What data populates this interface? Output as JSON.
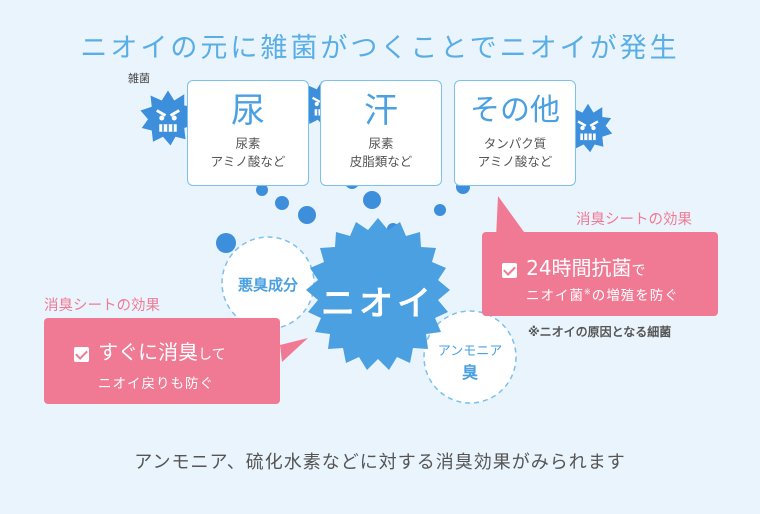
{
  "title": "ニオイの元に雑菌がつくことでニオイが発生",
  "germ_label": "雑菌",
  "sources": [
    {
      "big": "尿",
      "line1": "尿素",
      "line2": "アミノ酸など"
    },
    {
      "big": "汗",
      "line1": "尿素",
      "line2": "皮脂類など"
    },
    {
      "big": "その他",
      "line1": "タンパク質",
      "line2": "アミノ酸など"
    }
  ],
  "center_label": "ニオイ",
  "left_burst": "悪臭成分",
  "right_burst": {
    "line1": "アンモニア",
    "line2": "臭"
  },
  "left_effect": {
    "heading": "消臭シートの効果",
    "main_big": "すぐに消臭",
    "main_small": "して",
    "sub": "ニオイ戻りも防ぐ"
  },
  "right_effect": {
    "heading": "消臭シートの効果",
    "main_big": "24時間抗菌",
    "main_small": "で",
    "sub_pre": "ニオイ菌",
    "sub_mark": "※",
    "sub_post": "の増殖を防ぐ"
  },
  "note": "※ニオイの原因となる細菌",
  "footer": "アンモニア、硫化水素などに対する消臭効果がみられます",
  "colors": {
    "blue": "#4aa0e0",
    "pink": "#f07a94",
    "bg": "#eaf4fc"
  },
  "icons": [
    "angry-germ-icon",
    "check-icon"
  ]
}
